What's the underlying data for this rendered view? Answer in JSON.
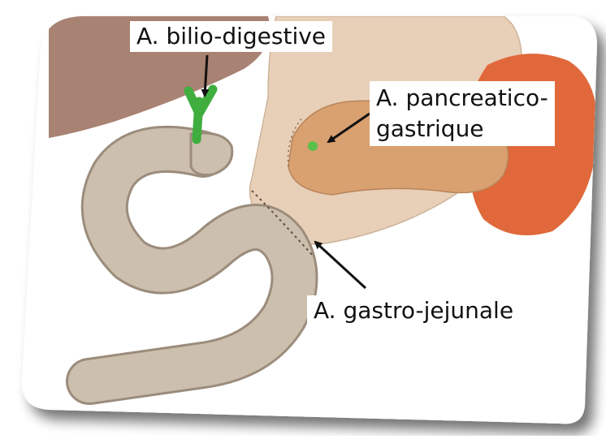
{
  "labels": {
    "bilio_digestive": "A. bilio-digestive",
    "pancreatico_line1": "A. pancreatico-",
    "pancreatico_line2": "gastrique",
    "gastro_jejunale": "A. gastro-jejunale"
  },
  "colors": {
    "card_background": "#ffffff",
    "stomach": "#e8cfb8",
    "jejunum": "#cdbfae",
    "jejunum_outline": "#9b8c7c",
    "pancreas": "#d9a070",
    "spleen": "#e0683a",
    "liver": "#a88272",
    "bile_duct": "#3fae3f",
    "anastomosis_dot": "#5bbf4b",
    "arrow": "#111111"
  }
}
